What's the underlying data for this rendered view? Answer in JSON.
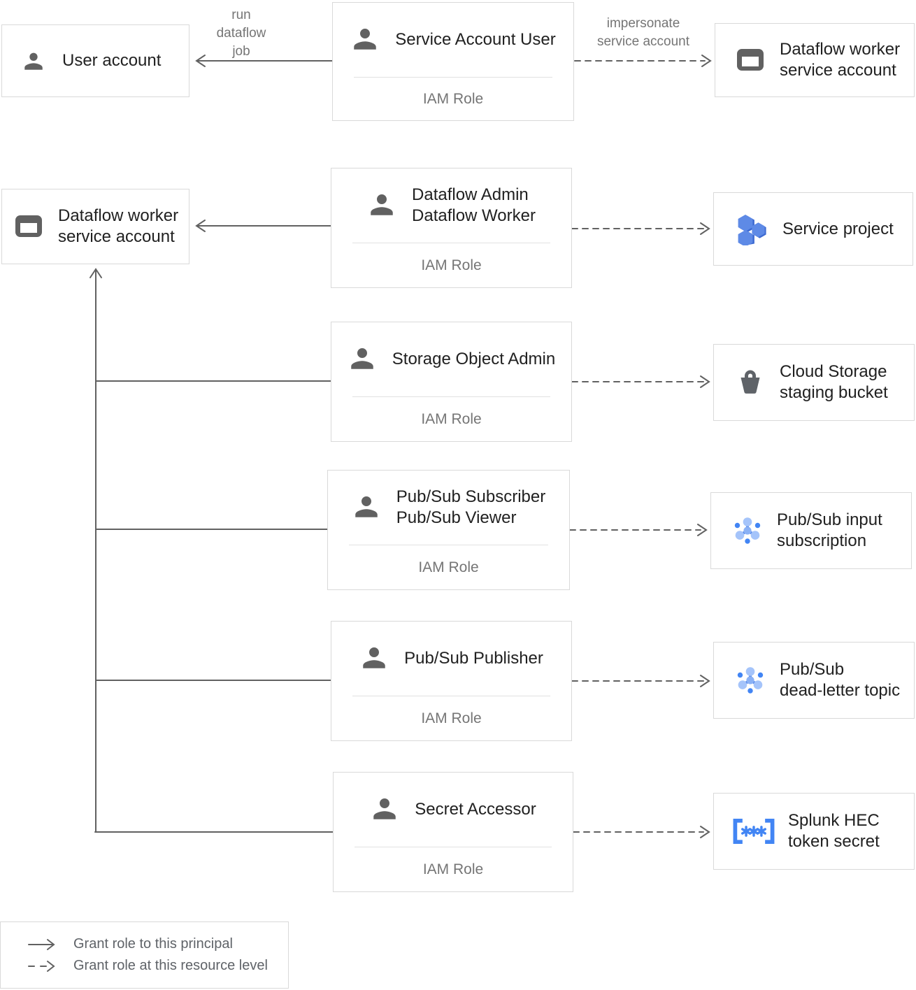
{
  "edge_labels": {
    "run_dataflow": {
      "lines": [
        "run",
        "dataflow",
        "job"
      ]
    },
    "impersonate": {
      "lines": [
        "impersonate",
        "service account"
      ]
    }
  },
  "principals": {
    "user_account": {
      "label": "User account"
    },
    "dataflow_worker_sa": {
      "lines": [
        "Dataflow worker",
        "service account"
      ]
    }
  },
  "roles": [
    {
      "lines": [
        "Service Account User"
      ],
      "footer": "IAM Role"
    },
    {
      "lines": [
        "Dataflow Admin",
        "Dataflow Worker"
      ],
      "footer": "IAM Role"
    },
    {
      "lines": [
        "Storage Object Admin"
      ],
      "footer": "IAM Role"
    },
    {
      "lines": [
        "Pub/Sub Subscriber",
        "Pub/Sub Viewer"
      ],
      "footer": "IAM Role"
    },
    {
      "lines": [
        "Pub/Sub Publisher"
      ],
      "footer": "IAM Role"
    },
    {
      "lines": [
        "Secret Accessor"
      ],
      "footer": "IAM Role"
    }
  ],
  "resources": [
    {
      "lines": [
        "Dataflow worker",
        "service account"
      ],
      "icon": "service-account-icon"
    },
    {
      "lines": [
        "Service project"
      ],
      "icon": "project-icon"
    },
    {
      "lines": [
        "Cloud Storage",
        "staging bucket"
      ],
      "icon": "bucket-icon"
    },
    {
      "lines": [
        "Pub/Sub input",
        "subscription"
      ],
      "icon": "pubsub-icon"
    },
    {
      "lines": [
        "Pub/Sub",
        "dead-letter topic"
      ],
      "icon": "pubsub-icon"
    },
    {
      "lines": [
        "Splunk HEC",
        "token secret"
      ],
      "icon": "secret-icon"
    }
  ],
  "legend": {
    "solid_label": "Grant role to this principal",
    "dashed_label": "Grant role at this resource level"
  },
  "colors": {
    "box_border": "#d9d9d9",
    "text_primary": "#212121",
    "text_secondary": "#757575",
    "connector": "#616161",
    "icon_gray": "#5f6368",
    "blue": "#4285f4",
    "blue_light": "#a5c4fa"
  }
}
